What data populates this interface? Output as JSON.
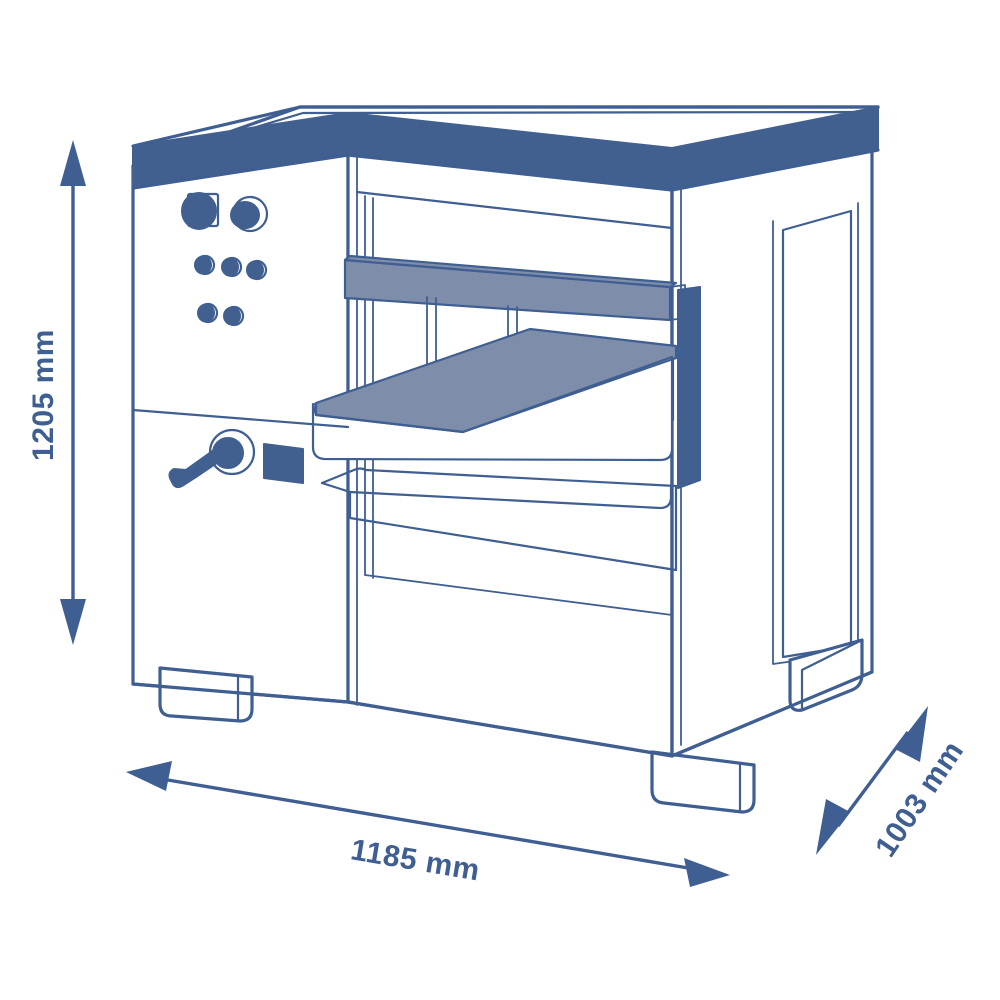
{
  "drawing": {
    "title": "Machine dimensional drawing",
    "subject": "industrial thickness planer",
    "view": "isometric perspective",
    "background_color": "#ffffff",
    "line_color": "#3f5e91",
    "accent_dark": "#41608f",
    "accent_medium": "#7d8daa",
    "fill_white": "#ffffff"
  },
  "dimensions": {
    "height": {
      "label": "1205 mm",
      "value": 1205,
      "unit": "mm",
      "axis": "height",
      "orientation": "vertical",
      "text_rotation": -90
    },
    "width": {
      "label": "1185 mm",
      "value": 1185,
      "unit": "mm",
      "axis": "width",
      "orientation": "horizontal",
      "text_rotation": 9
    },
    "depth": {
      "label": "1003 mm",
      "value": 1003,
      "unit": "mm",
      "axis": "depth",
      "orientation": "diagonal",
      "text_rotation": -57
    }
  },
  "machine": {
    "name": "thickness-planer",
    "control_panel": {
      "name": "control-panel",
      "main_switch": "rotary-selector-switch",
      "emergency_stop": "emergency-stop-button",
      "indicator_row_1": [
        "indicator-button-1",
        "indicator-button-2",
        "indicator-button-3"
      ],
      "indicator_row_2": [
        "indicator-button-4",
        "indicator-button-5"
      ]
    },
    "lower_panel": {
      "name": "lower-control-panel",
      "handwheel": "height-adjust-handwheel",
      "nameplate": "machine-nameplate"
    },
    "parts": {
      "top_slab": "machine-top-cover",
      "feed_table": "feed-table",
      "cross_beam": "cutterhead-cross-beam",
      "right_rail": "vertical-guide-rail",
      "lower_bed": "lower-bed",
      "side_panel": "right-access-panel",
      "feet": "machine-feet"
    }
  }
}
